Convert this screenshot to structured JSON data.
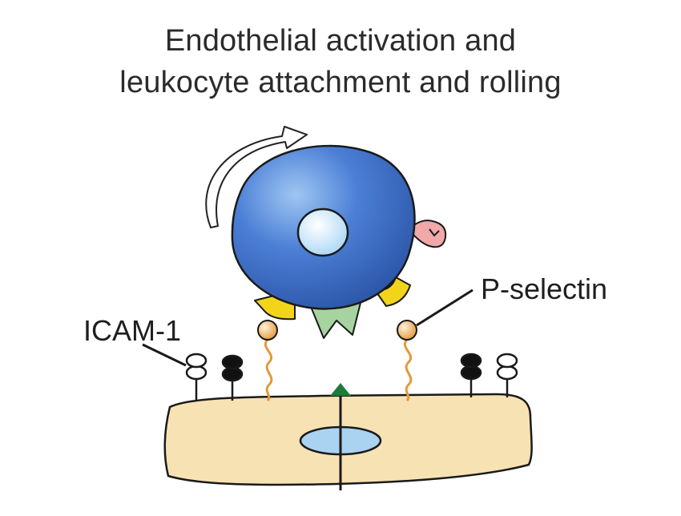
{
  "title": {
    "line1": "Endothelial activation and",
    "line2": "leukocyte attachment and rolling"
  },
  "labels": {
    "icam": "ICAM-1",
    "pselectin": "P-selectin"
  },
  "colors": {
    "leukocyte": "#3d6fc9",
    "leukocyte_nucleus": "#bfe0f5",
    "endothelial_cell": "#f7e2b4",
    "endothelial_nucleus": "#a9d3f0",
    "receptor_yellow": "#f2d51a",
    "receptor_green": "#a7d3a0",
    "receptor_pink": "#f0a8a8",
    "selectin_stalk": "#e39a3a",
    "selectin_head": "#e7a95a",
    "chemokine_marker": "#1f7a3a",
    "outline": "#1a1a1a"
  }
}
